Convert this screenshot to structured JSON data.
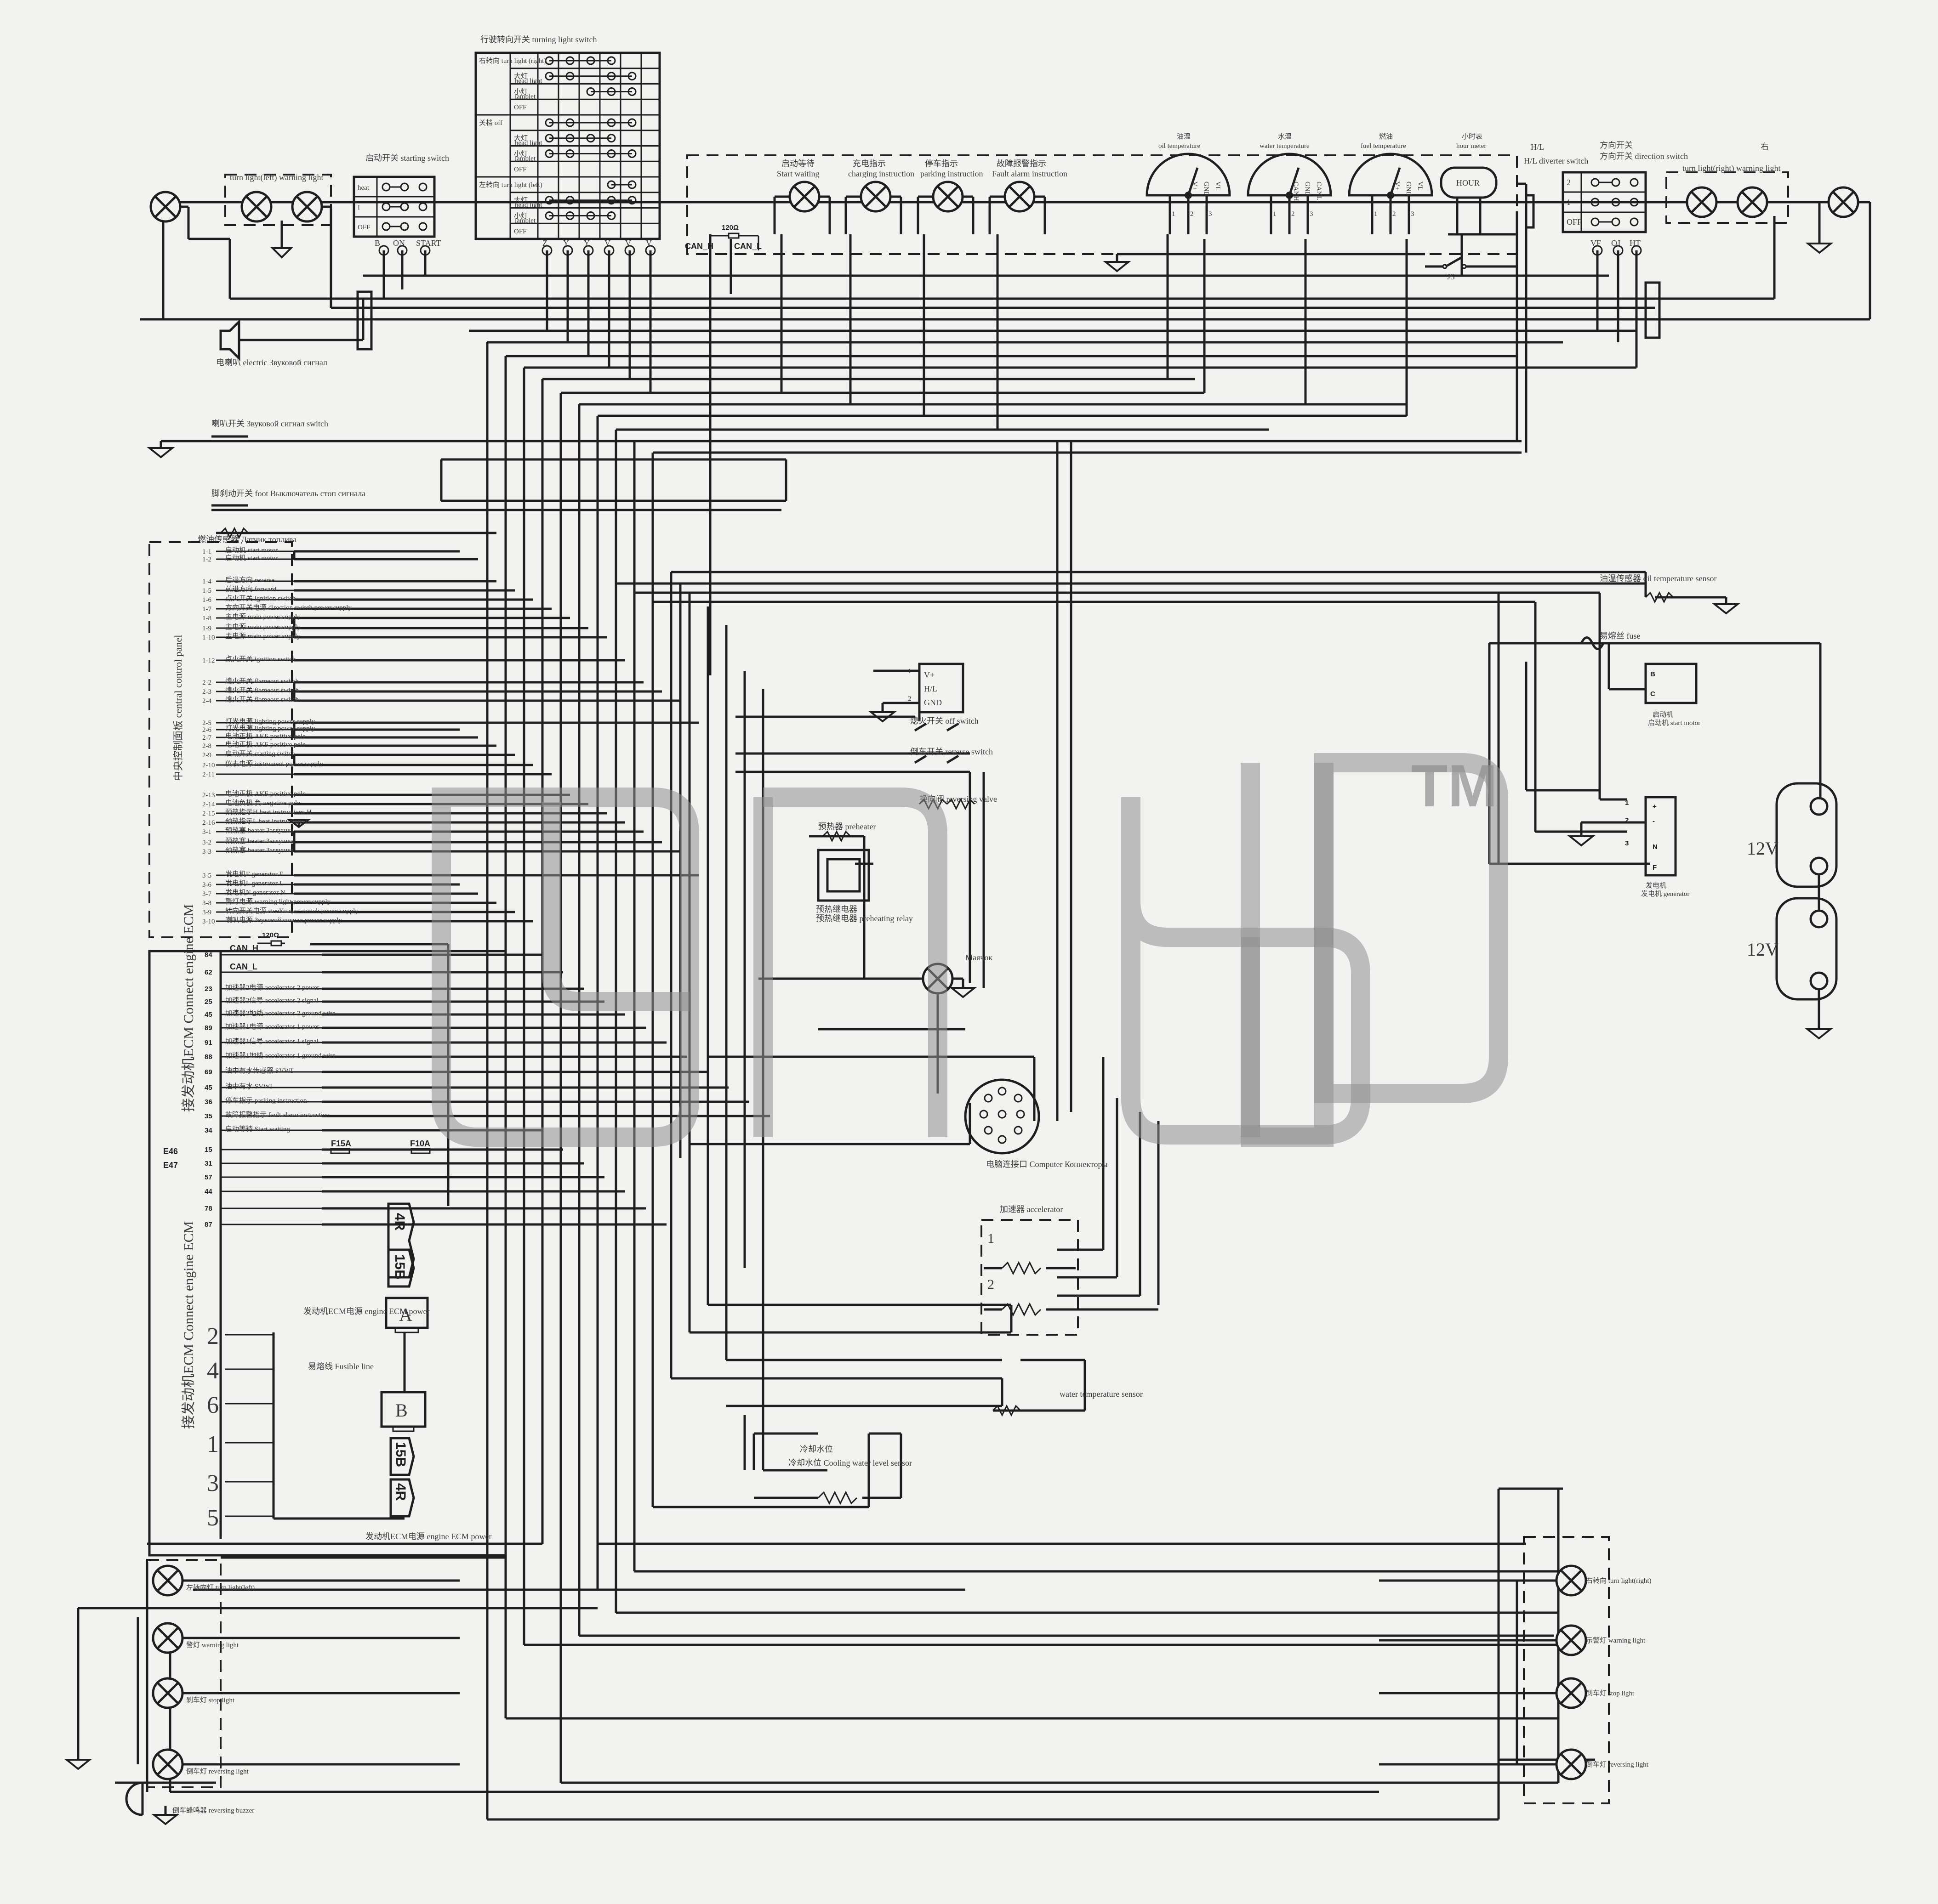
{
  "turning_switch": {
    "title": "行驶转向开关 turning light switch",
    "rows": [
      "右转向 turn light (right)",
      "大灯 head light",
      "小灯 lamplet",
      "OFF",
      "关档 off",
      "大灯 head light",
      "小灯 lamplet",
      "OFF",
      "左转向 turn light (left)",
      "大灯 head light",
      "小灯 lamplet",
      "OFF"
    ],
    "terminals": [
      "Z",
      "Y",
      "Y",
      "V",
      "V",
      "V"
    ]
  },
  "starting_switch": {
    "title": "启动开关 starting switch",
    "rows": [
      "heat",
      "I",
      "OFF"
    ],
    "terminals": [
      "B",
      "ON",
      "START"
    ]
  },
  "indicators": [
    {
      "label_cn": "启动等待",
      "label_en": "Start waiting"
    },
    {
      "label_cn": "充电指示",
      "label_en": "charging instruction"
    },
    {
      "label_cn": "停车指示",
      "label_en": "parking instruction"
    },
    {
      "label_cn": "故障报警指示",
      "label_en": "Fault alarm instruction"
    }
  ],
  "gauges": [
    {
      "label_cn": "油温",
      "label_en": "oil temperature"
    },
    {
      "label_cn": "水温",
      "label_en": "water temperature"
    },
    {
      "label_cn": "燃油",
      "label_en": "fuel temperature"
    },
    {
      "label_cn": "小时表",
      "label_en": "hour meter",
      "face": "HOUR"
    }
  ],
  "gauge_pins": [
    "V+",
    "GND",
    "VL",
    "CANH",
    "GND",
    "CANL"
  ],
  "can": {
    "h": "CAN_H",
    "l": "CAN_L",
    "resistor": "120Ω"
  },
  "hl_switch": {
    "title": "H/L",
    "label": "H/L diverter switch"
  },
  "direction_switch": {
    "title": "方向开关 direction switch",
    "rows": [
      "2",
      "1",
      "OFF"
    ],
    "terminals": [
      "VF",
      "OJ",
      "HT"
    ]
  },
  "front_left_lamps": "turn light(left)   warning light",
  "front_right_lamps": "turn light(right)   warning light",
  "right_label": "右",
  "js": "JS",
  "horn": {
    "label": "电喇叭 electric Звуковой сигнал",
    "switch": "喇叭开关 Звуковой сигнал switch"
  },
  "foot_switch": "脚刹动开关 foot Выключатель стоп сигнала",
  "fuel_sensor": "燃油传感器 Датчик топлива",
  "control_panel": "中央控制面板 central control panel",
  "panel_pins": [
    {
      "pin": "1-1",
      "text": "启动机 start motor"
    },
    {
      "pin": "1-2",
      "text": "启动机 start motor"
    },
    {
      "pin": "1-4",
      "text": "后退方向 reverse"
    },
    {
      "pin": "1-5",
      "text": "前进方向 forward"
    },
    {
      "pin": "1-6",
      "text": "点火开关 ignition switch"
    },
    {
      "pin": "1-7",
      "text": "方向开关电源 direction switch power supply"
    },
    {
      "pin": "1-8",
      "text": "主电源 main power supply"
    },
    {
      "pin": "1-9",
      "text": "主电源 main power supply"
    },
    {
      "pin": "1-10",
      "text": "主电源 main power supply"
    },
    {
      "pin": "1-12",
      "text": "点火开关 ignition switch"
    },
    {
      "pin": "2-2",
      "text": "熄火开关 flameout switch"
    },
    {
      "pin": "2-3",
      "text": "熄火开关 flameout switch"
    },
    {
      "pin": "2-4",
      "text": "熄火开关 flameout switch"
    },
    {
      "pin": "2-5",
      "text": "灯光电源 lighting power supply"
    },
    {
      "pin": "2-6",
      "text": "灯光电源 lighting power supply"
    },
    {
      "pin": "2-7",
      "text": "电池正极 AKБ positive pole"
    },
    {
      "pin": "2-8",
      "text": "电池正极 AKБ positive pole"
    },
    {
      "pin": "2-9",
      "text": "启动开关 starting switch"
    },
    {
      "pin": "2-10",
      "text": "仪表电源 instrument power supply"
    },
    {
      "pin": "2-11",
      "text": ""
    },
    {
      "pin": "2-13",
      "text": "电池正极 AKБ positive pole"
    },
    {
      "pin": "2-14",
      "text": "电池负极 负 negative pole"
    },
    {
      "pin": "2-15",
      "text": "预热指示H heat instructions H"
    },
    {
      "pin": "2-16",
      "text": "预热指示L heat instructions L"
    },
    {
      "pin": "3-1",
      "text": "预热塞 heater Заглушка"
    },
    {
      "pin": "3-2",
      "text": "预热塞 heater Заглушка"
    },
    {
      "pin": "3-3",
      "text": "预热塞 heater Заглушка"
    },
    {
      "pin": "3-5",
      "text": "发电机F generator F"
    },
    {
      "pin": "3-6",
      "text": "发电机L generator L"
    },
    {
      "pin": "3-7",
      "text": "发电机N generator N"
    },
    {
      "pin": "3-8",
      "text": "警灯电源 warning light power supply"
    },
    {
      "pin": "3-9",
      "text": "转向开关电源 steeКолько switch power supply"
    },
    {
      "pin": "3-10",
      "text": "喇叭电源 Звуковой сигнал power supply"
    }
  ],
  "ecm1": {
    "title": "接发动机ECM Connect engine ECM",
    "pins": [
      {
        "pin": "84",
        "text": "CAN_H"
      },
      {
        "pin": "62",
        "text": "CAN_L"
      },
      {
        "pin": "23",
        "text": "加速器2电源 accelerator 2 power"
      },
      {
        "pin": "25",
        "text": "加速器2信号 accelerator 2 signal"
      },
      {
        "pin": "45",
        "text": "加速器2地线 accelerator 2 ground wire"
      },
      {
        "pin": "89",
        "text": "加速器1电源 accelerator 1 power"
      },
      {
        "pin": "91",
        "text": "加速器1信号 accelerator 1 signal"
      },
      {
        "pin": "88",
        "text": "加速器1地线 accelerator 1 ground wire"
      },
      {
        "pin": "69",
        "text": "油中有水传感器 SVWI"
      },
      {
        "pin": "45",
        "text": "油中有水 SVWI"
      },
      {
        "pin": "36",
        "text": "停车指示 parking instruction"
      },
      {
        "pin": "35",
        "text": "故障报警指示 fault alarm instruction"
      },
      {
        "pin": "34",
        "text": "启动等待 Start waiting"
      },
      {
        "pin": "15",
        "text": ""
      },
      {
        "pin": "31",
        "text": ""
      },
      {
        "pin": "57",
        "text": ""
      },
      {
        "pin": "44",
        "text": ""
      },
      {
        "pin": "78",
        "text": ""
      },
      {
        "pin": "87",
        "text": ""
      }
    ],
    "side": [
      "E46",
      "E47"
    ],
    "fuses": [
      "F15A",
      "F10A"
    ]
  },
  "ecm2": {
    "title": "接发动机ECM Connect engine ECM",
    "pins": [
      "2",
      "4",
      "6",
      "1",
      "3",
      "5"
    ]
  },
  "ecm_power_top": "发动机ECM电源 engine ECM power",
  "ecm_power_bottom": "发动机ECM电源 engine ECM power",
  "fusible_line": "易熔线 Fusible line",
  "connectors": {
    "c1": "4R",
    "c2": "15B",
    "c3": "A",
    "c4": "B",
    "c5": "15B",
    "c6": "4R"
  },
  "relay_box": {
    "pins": [
      "V+",
      "H/L",
      "GND"
    ],
    "nums": [
      "1",
      "2"
    ]
  },
  "off_switch": "熄火开关 off switch",
  "reverse_switch": "倒车开关 reverse switch",
  "reversing_valve": "换向阀 reversing valve",
  "preheater": "预热器 preheater",
  "preheating_relay": "预热继电器 preheating relay",
  "mawink": "Маячок",
  "computer_connector": "电脑连接口 Computer Коннекторы",
  "accelerator": {
    "title": "加速器 accelerator",
    "nums": [
      "1",
      "2"
    ]
  },
  "water_temp_sensor": "water temperature sensor",
  "cooling_sensor": "冷却水位 Cooling water level sensor",
  "oil_temp_sensor": "油温传感器 oil temperature sensor",
  "fuse": "易熔丝 fuse",
  "start_motor": {
    "label": "启动机 start motor",
    "pins": [
      "B",
      "C"
    ]
  },
  "generator": {
    "label": "发电机 generator",
    "pins": [
      "+",
      "-",
      "N",
      "F"
    ],
    "nums": [
      "1",
      "2",
      "3"
    ]
  },
  "batteries": [
    "12V",
    "12V"
  ],
  "rear_left": [
    "左转向灯 turn light(left)",
    "警灯 warning light",
    "刹车灯 stop light",
    "倒车灯 reversing light",
    "倒车蜂鸣器 reversing buzzer"
  ],
  "rear_right": [
    "右转向 turn light(right)",
    "示警灯 warning light",
    "刹车灯 stop light",
    "倒车灯 reversing light"
  ],
  "watermark_tm": "TM"
}
